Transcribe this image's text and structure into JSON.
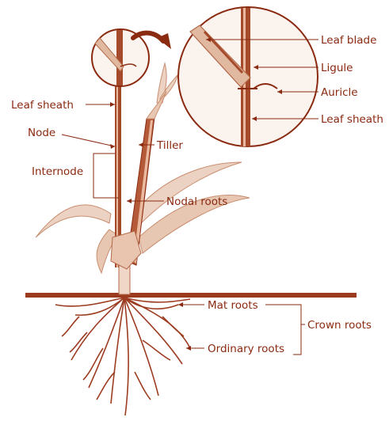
{
  "colors": {
    "label": "#8a2a10",
    "stem": "#a64a2c",
    "stem_light": "#e9b9a0",
    "leaf": "#e7c6b2",
    "root": "#9c3c20",
    "soil": "#9a3a1e",
    "line": "#8a2a10"
  },
  "labels": {
    "leaf_sheath_main": "Leaf sheath",
    "node": "Node",
    "internode": "Internode",
    "tiller": "Tiller",
    "nodal_roots": "Nodal roots",
    "mat_roots": "Mat roots",
    "ordinary_roots": "Ordinary roots",
    "crown_roots": "Crown roots"
  },
  "inset_labels": {
    "leaf_blade": "Leaf blade",
    "ligule": "Ligule",
    "auricle": "Auricle",
    "leaf_sheath": "Leaf sheath"
  }
}
